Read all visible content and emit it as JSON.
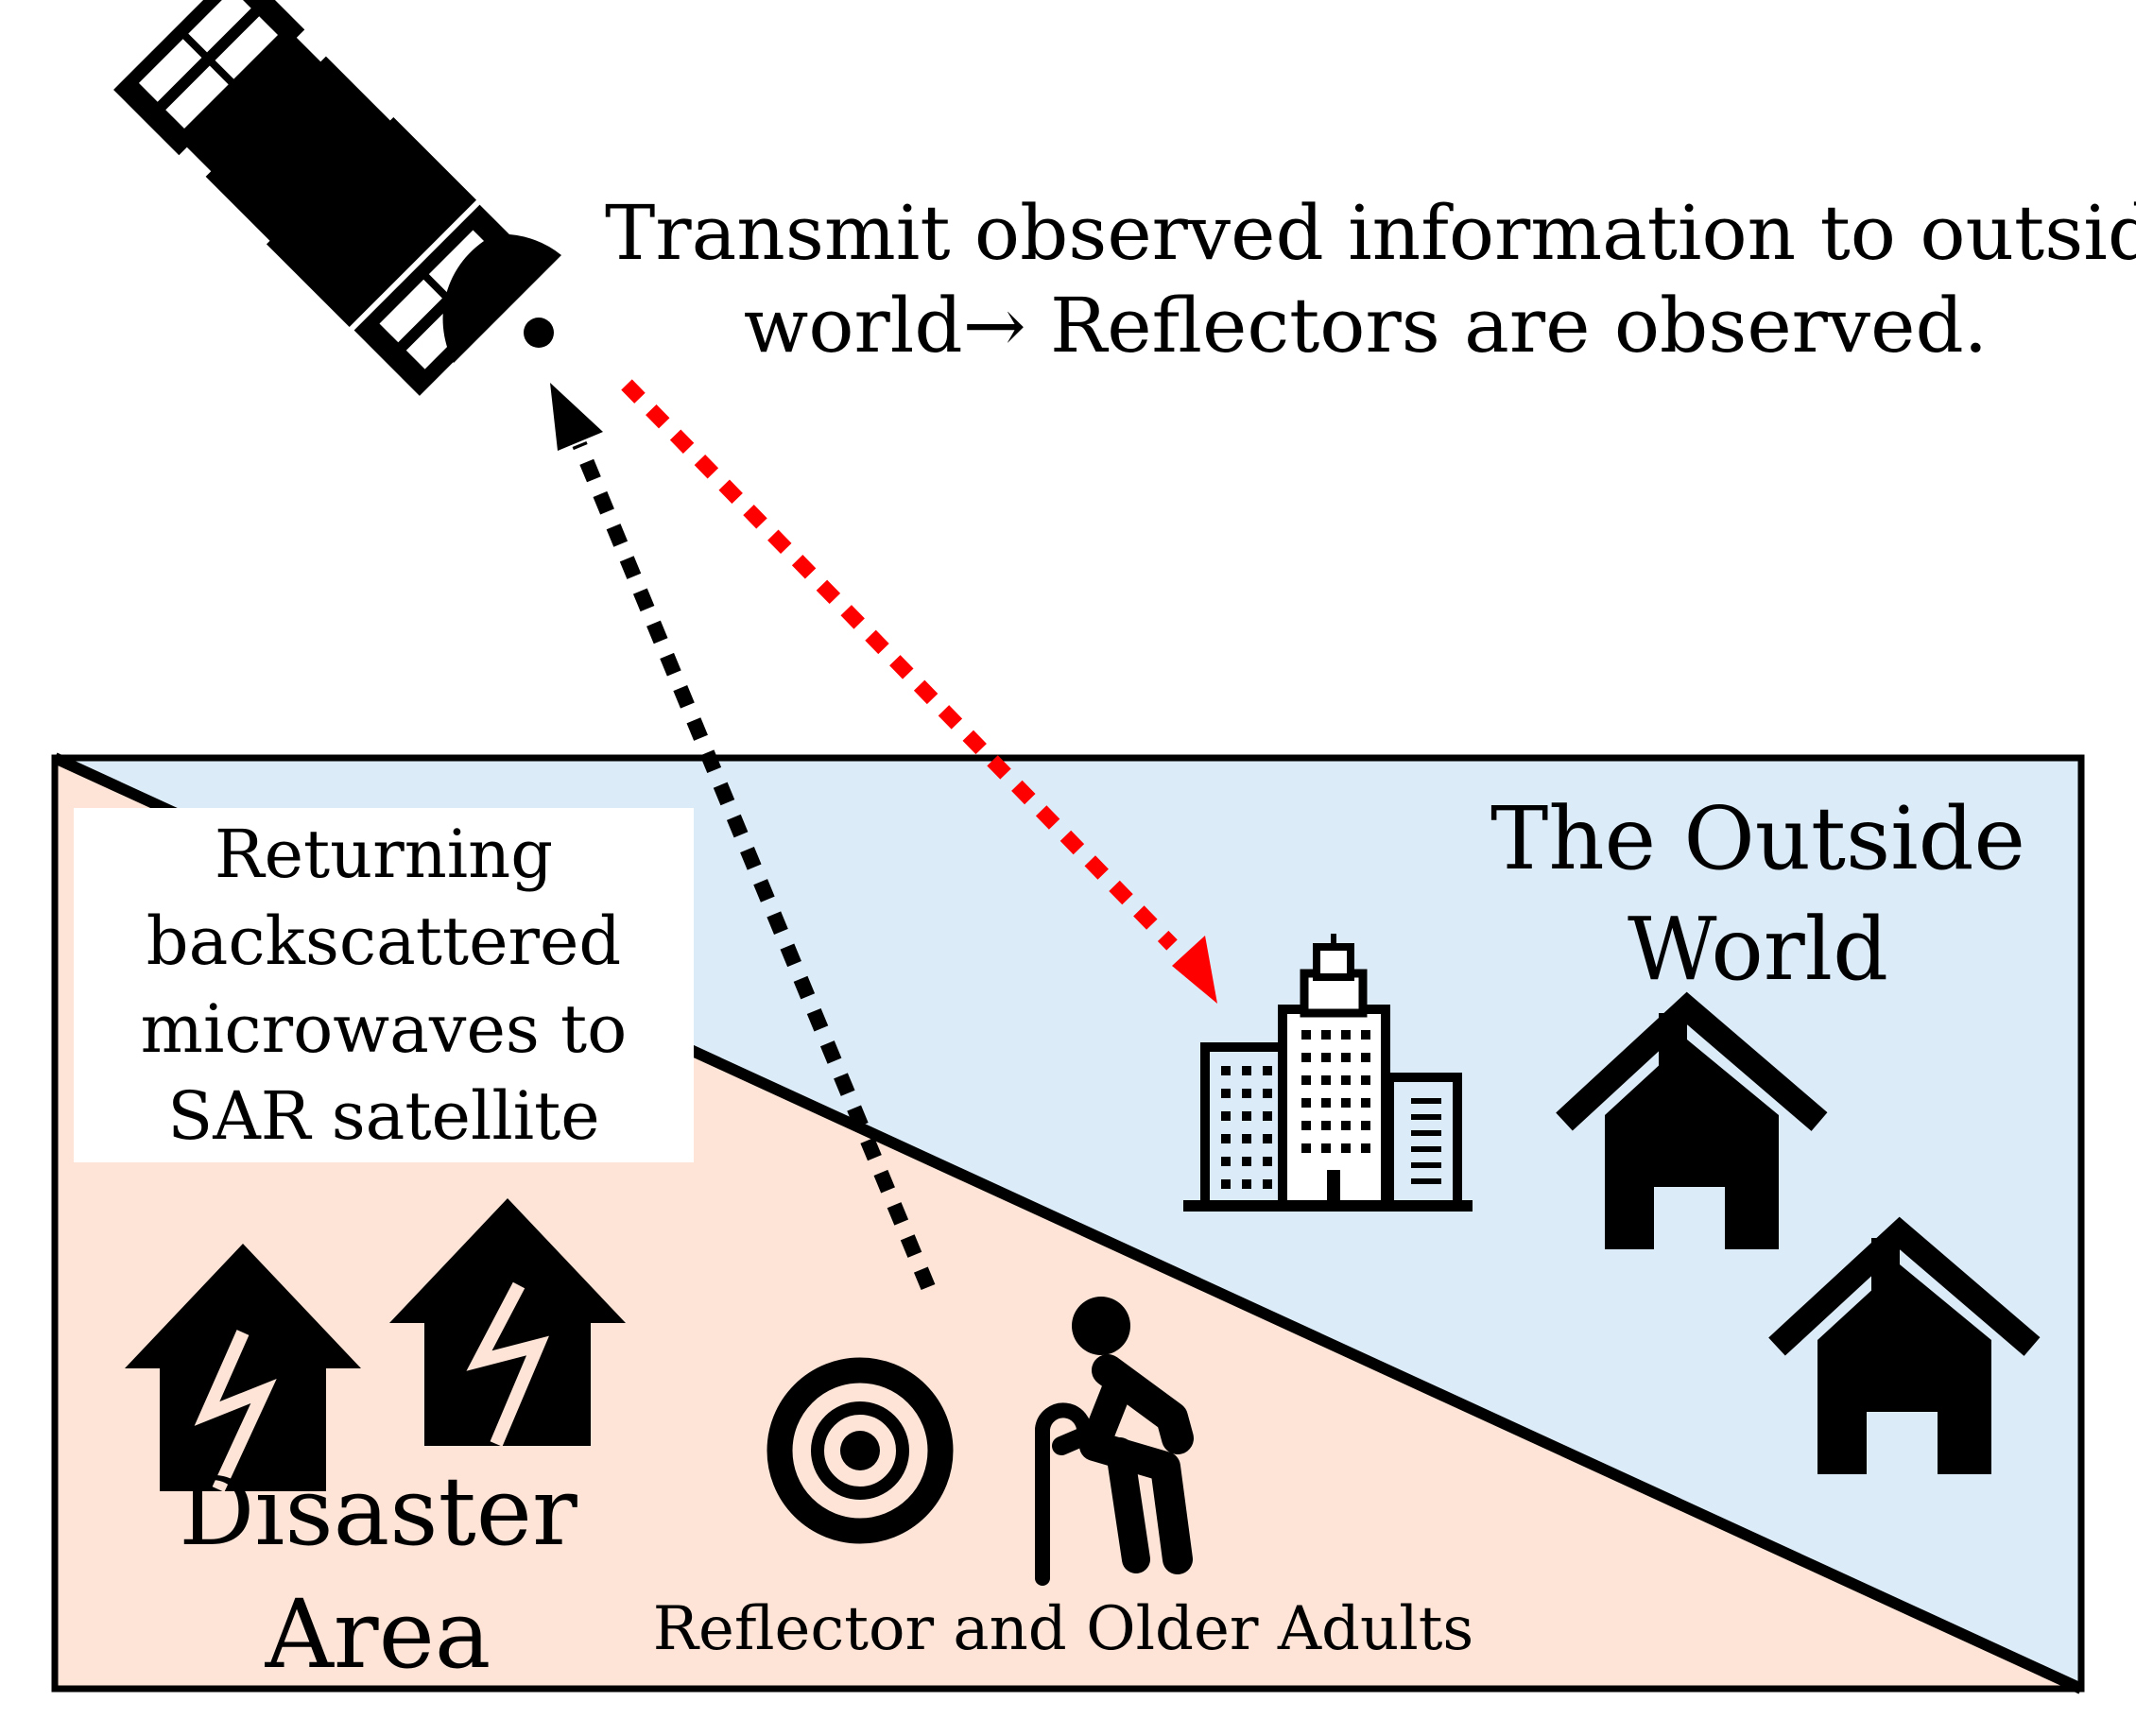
{
  "caption_top": {
    "line1": "Transmit observed information to outside",
    "line2": "world→ Reflectors are observed."
  },
  "outside_world_label": {
    "line1": "The Outside",
    "line2": "World"
  },
  "backscatter_label": {
    "line1": "Returning",
    "line2": "backscattered",
    "line3": "microwaves to",
    "line4": "SAR satellite"
  },
  "disaster_area_label": {
    "line1": "Disaster",
    "line2": "Area"
  },
  "reflector_label": "Reflector and Older Adults",
  "colors": {
    "disaster_area_fill": "#FDE4D7",
    "outside_world_fill": "#DCEBF8",
    "transmit_arrow": "#FF0000",
    "backscatter_arrow": "#000000",
    "outline": "#000000"
  },
  "icons": [
    "sar-satellite-icon",
    "office-buildings-icon",
    "house-icon",
    "damaged-house-icon",
    "reflector-target-icon",
    "older-adult-with-cane-icon"
  ]
}
